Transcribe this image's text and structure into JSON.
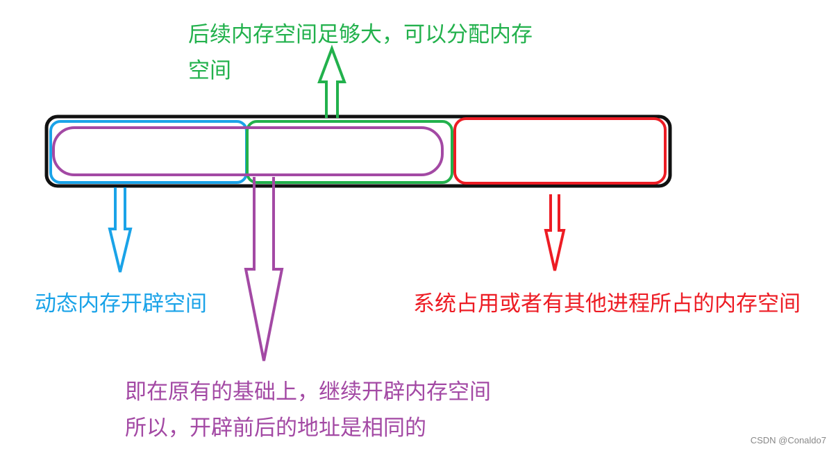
{
  "colors": {
    "black": "#111111",
    "blue": "#1aa3e8",
    "green": "#22b14c",
    "purple": "#a349a4",
    "red": "#ed1c24"
  },
  "labels": {
    "green_line1": "后续内存空间足够大，可以分配内存",
    "green_line2": "空间",
    "blue": "动态内存开辟空间",
    "red": "系统占用或者有其他进程所占的内存空间",
    "purple_line1": "即在原有的基础上，继续开辟内存空间",
    "purple_line2": "所以，开辟前后的地址是相同的"
  },
  "watermark": "CSDN @Conaldo7"
}
